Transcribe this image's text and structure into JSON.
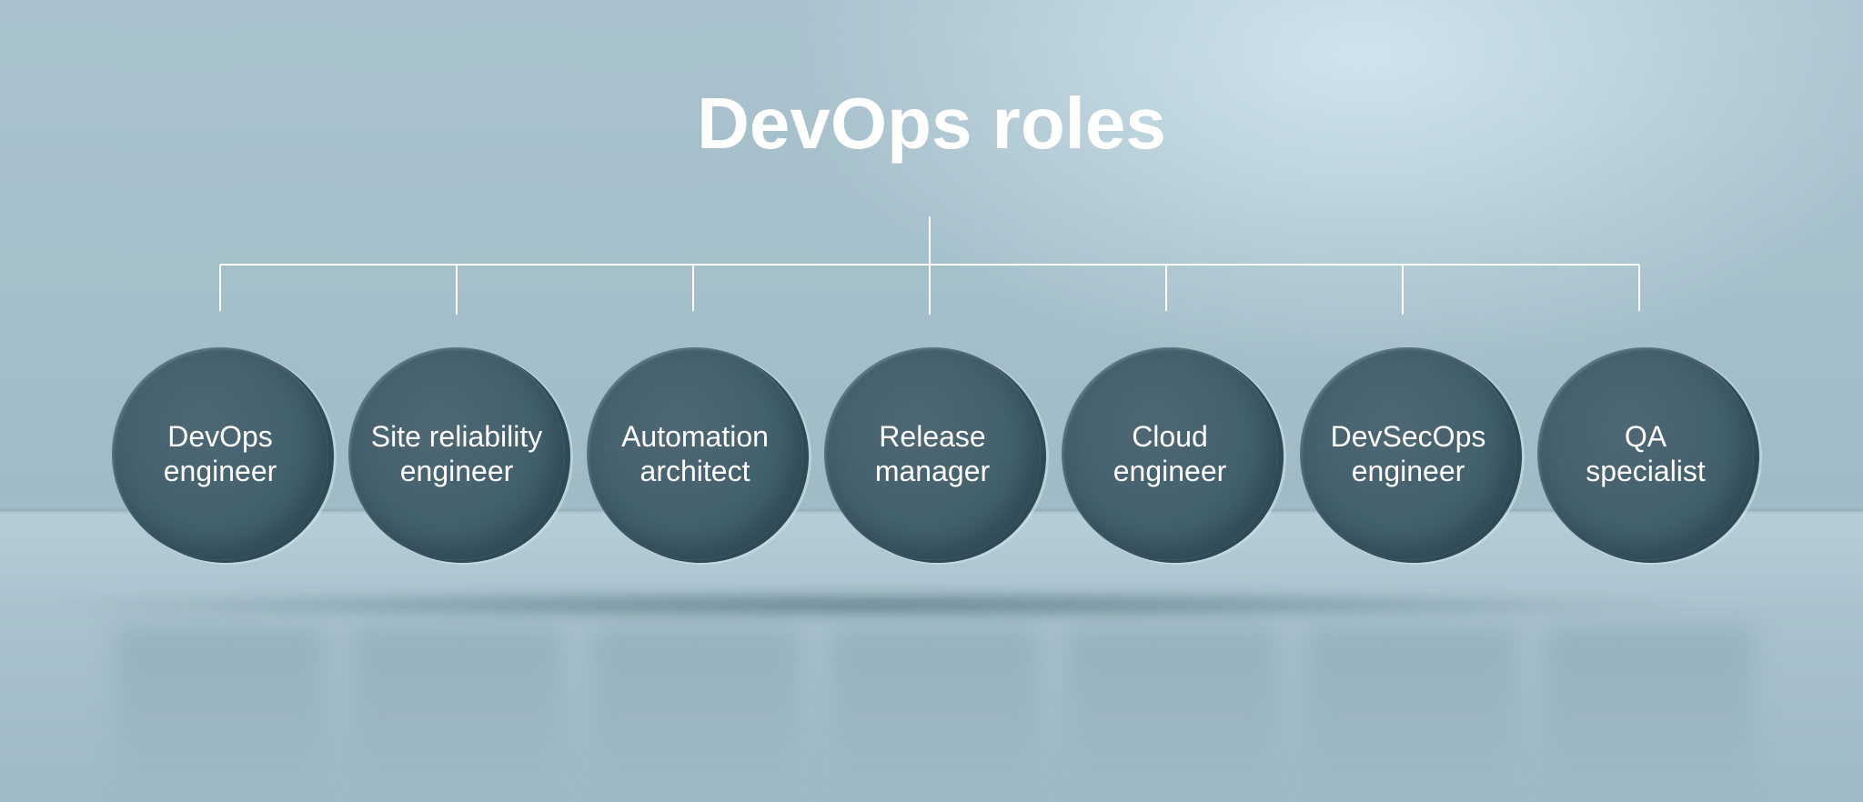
{
  "title": "DevOps roles",
  "roles": [
    {
      "label": "DevOps\nengineer"
    },
    {
      "label": "Site reliability\nengineer"
    },
    {
      "label": "Automation\narchitect"
    },
    {
      "label": "Release\nmanager"
    },
    {
      "label": "Cloud\nengineer"
    },
    {
      "label": "DevSecOps\nengineer"
    },
    {
      "label": "QA\nspecialist"
    }
  ]
}
